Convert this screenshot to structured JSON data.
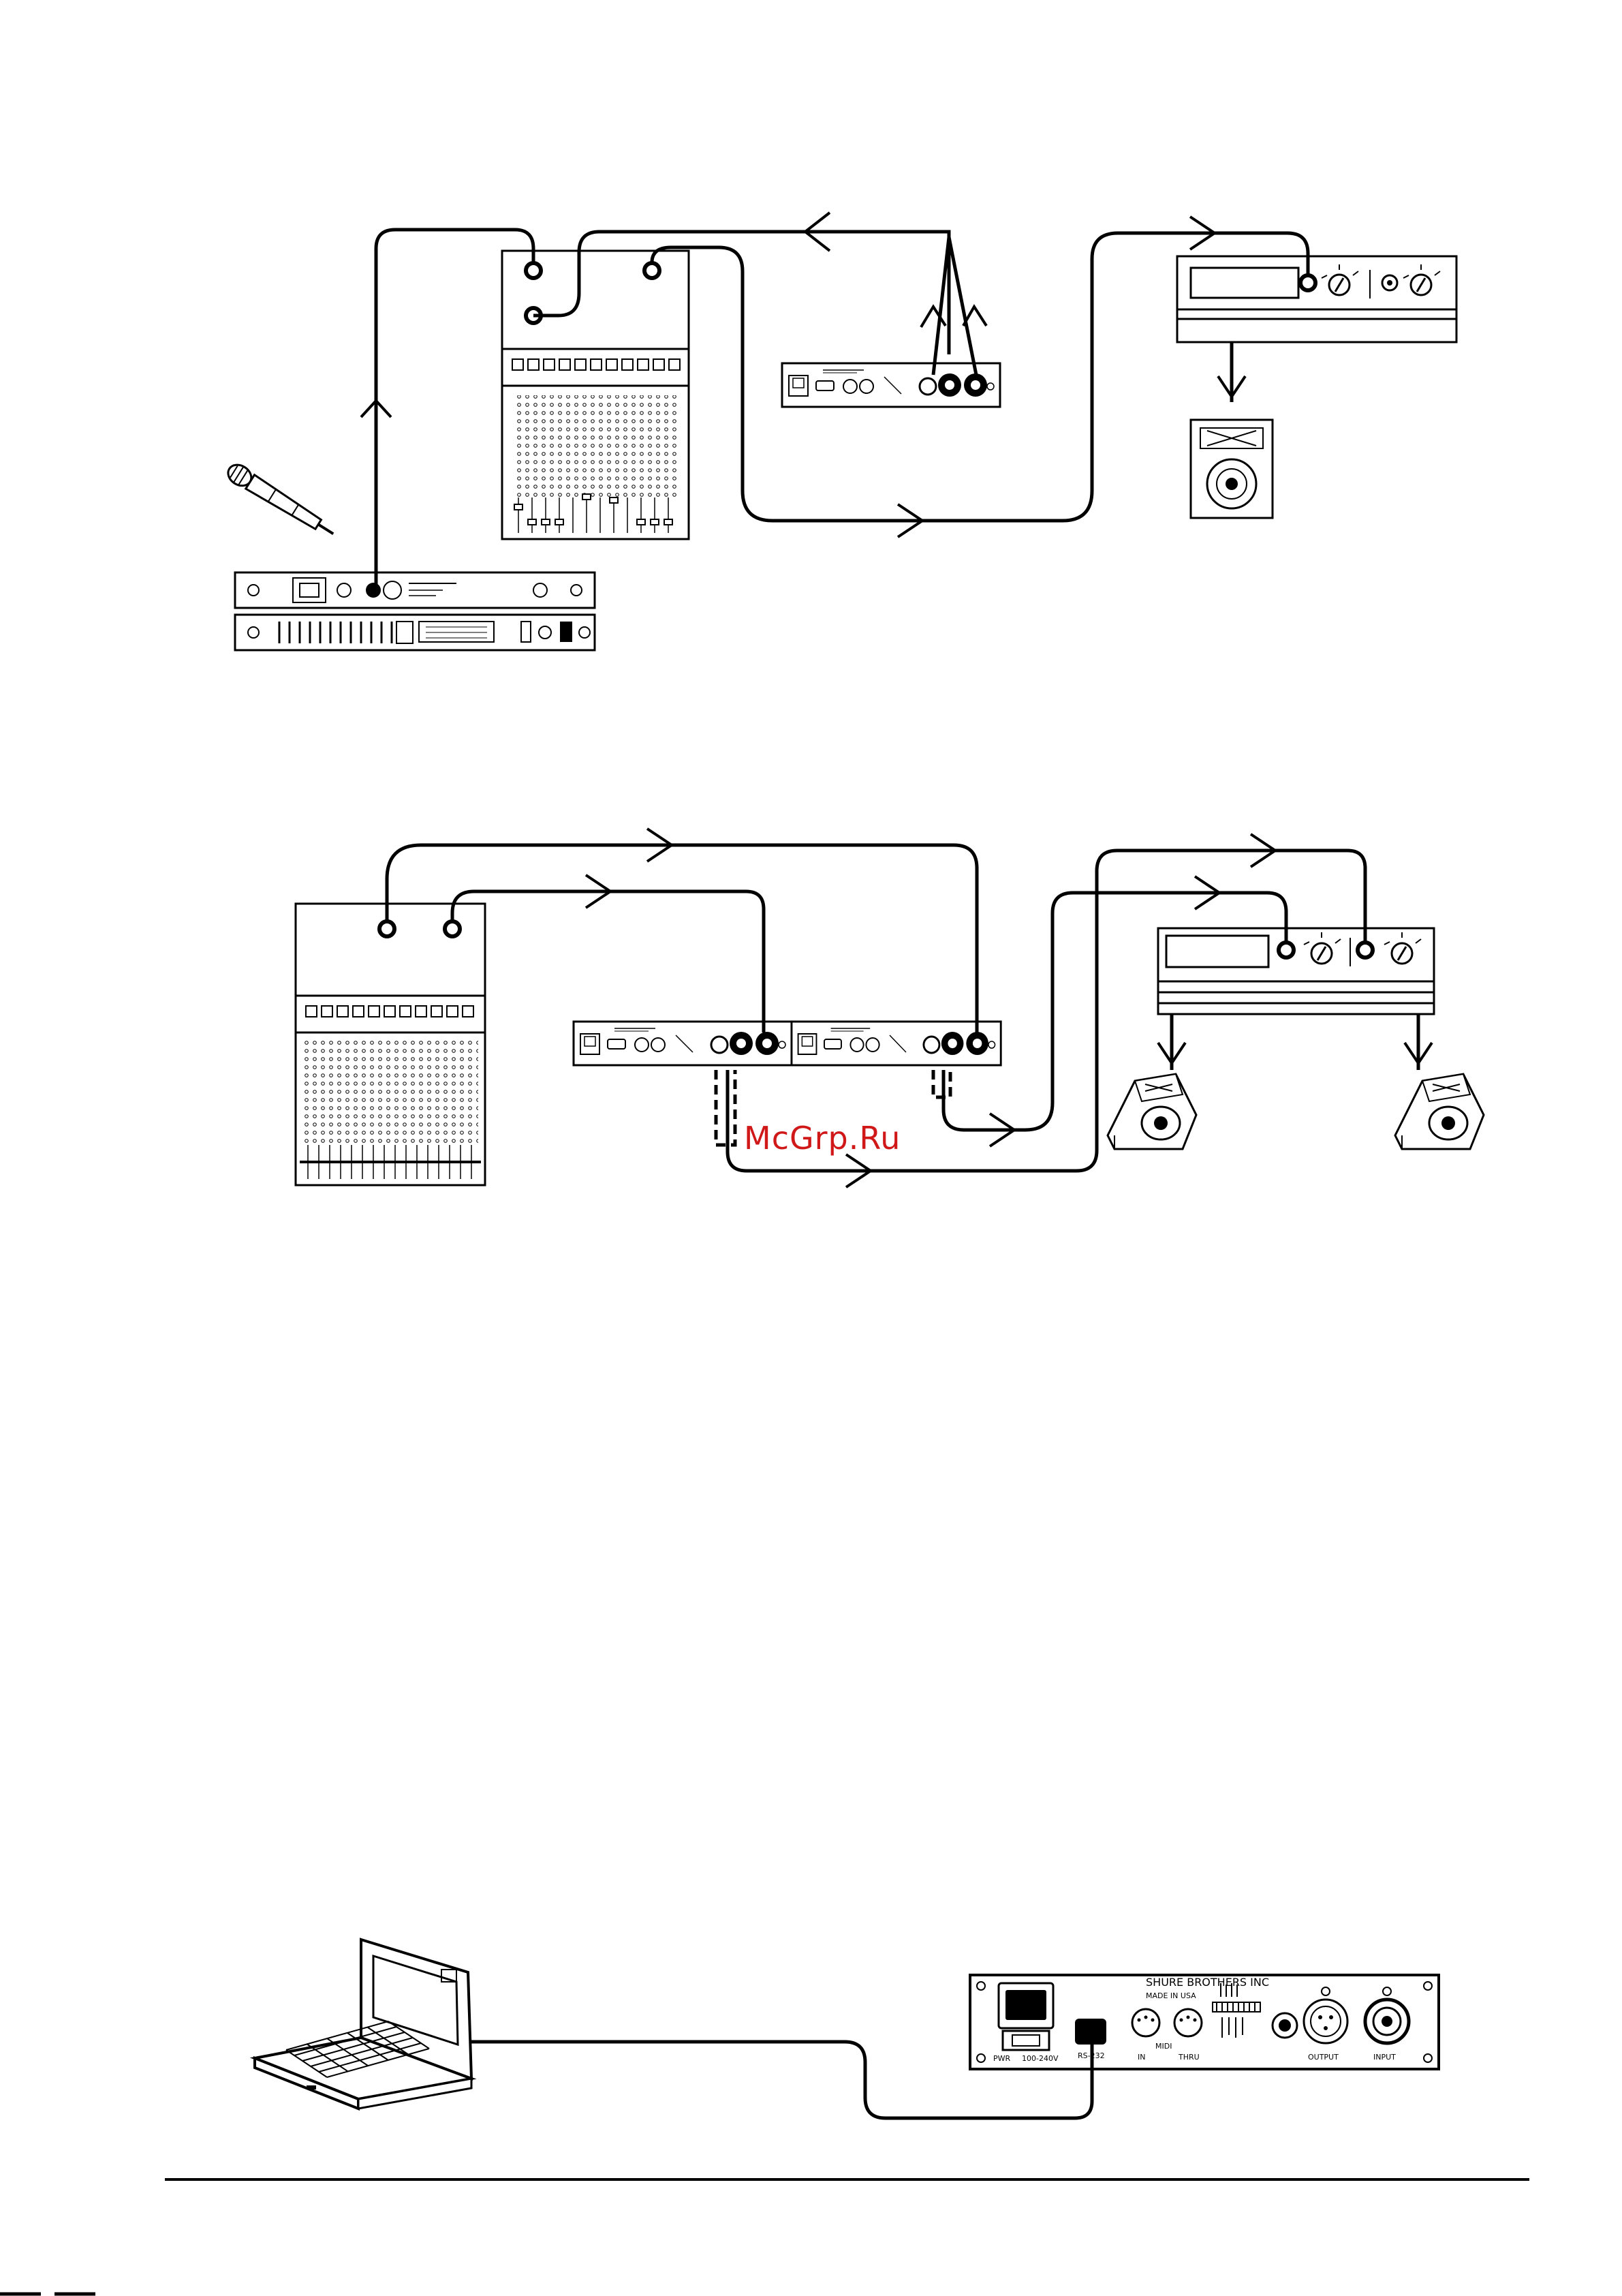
{
  "watermark": {
    "text": "McGrp.Ru",
    "color": "#d01818"
  },
  "rear_panel": {
    "brand_line": "SHURE BROTHERS INC",
    "made_in": "MADE IN USA",
    "power_label": "PWR",
    "voltage_label": "100-240V",
    "rs232_label": "RS-232",
    "midi_label": "MIDI",
    "midi_in_label": "IN",
    "midi_thru_label": "THRU",
    "output_label": "OUTPUT",
    "input_label": "INPUT"
  },
  "colors": {
    "line": "#000000",
    "background": "#ffffff"
  },
  "icons": [
    "microphone-icon",
    "wireless-receiver-icon",
    "mixing-console-icon",
    "processor-icon",
    "amplifier-icon",
    "speaker-icon",
    "floor-monitor-icon",
    "laptop-icon"
  ]
}
